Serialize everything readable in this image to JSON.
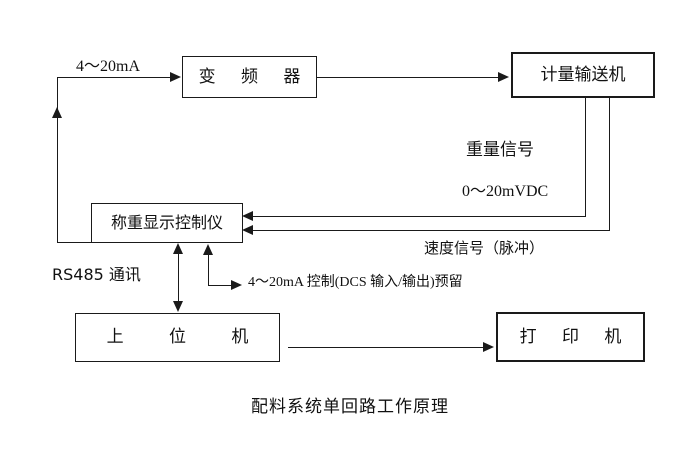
{
  "diagram": {
    "caption": "配料系统单回路工作原理",
    "nodes": {
      "inverter": "变 频 器",
      "metering_conveyor": "计量输送机",
      "weighing_controller": "称重显示控制仪",
      "host_computer": "上 位 机",
      "printer": "打 印 机"
    },
    "labels": {
      "current_signal": "4～20mA",
      "weight_signal_name": "重量信号",
      "weight_signal_range": "0～20mVDC",
      "speed_signal": "速度信号（脉冲）",
      "rs485": "RS485 通讯",
      "dcs_reserved": "4～20mA 控制(DCS 输入/输出)预留"
    },
    "colors": {
      "line": "#1a1a1a",
      "text": "#111111",
      "background": "#ffffff"
    }
  }
}
